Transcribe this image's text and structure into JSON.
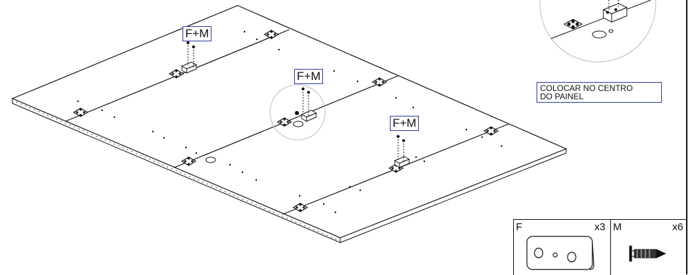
{
  "callouts": [
    {
      "id": "callout-1",
      "text": "F+M"
    },
    {
      "id": "callout-2",
      "text": "F+M"
    },
    {
      "id": "callout-3",
      "text": "F+M"
    }
  ],
  "note": {
    "line1": "COLOCAR NO CENTRO",
    "line2": "DO PAINEL"
  },
  "parts": [
    {
      "code": "F",
      "qty": "x3"
    },
    {
      "code": "M",
      "qty": "x6"
    }
  ],
  "colors": {
    "line": "#111111",
    "label_border": "#2b3a9c",
    "detail_circle": "#bbbbbb"
  }
}
